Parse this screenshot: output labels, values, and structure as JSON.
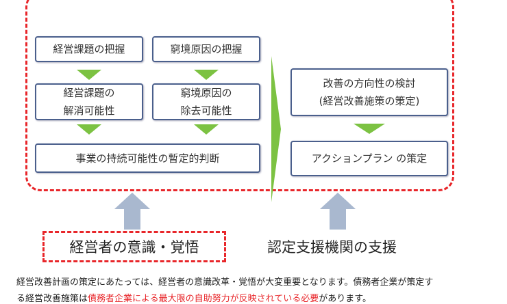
{
  "boxes": {
    "b1": "経営課題の把握",
    "b2": "窮境原因の把握",
    "b3a": "経営課題の",
    "b3b": "解消可能性",
    "b4a": "窮境原因の",
    "b4b": "除去可能性",
    "b5": "事業の持続可能性の暫定的判断",
    "r1a": "改善の方向性の検討",
    "r1b": "(経営改善施策の策定)",
    "r2": "アクションプラン の策定"
  },
  "bottom": {
    "left_label": "経営者の意識・覚悟",
    "right_label": "認定支援機関の支援"
  },
  "note": {
    "line1": "経営改善計画の策定にあたっては、経営者の意識改革・覚悟が大変重要となります。債務者企業が策定す",
    "line2_prefix": "る経営改善施策は",
    "line2_highlight": "債務者企業による最大限の自助努力が反映されている必要",
    "line2_suffix": "があります。"
  },
  "colors": {
    "dashed_red": "#e8262a",
    "green": "#7cc242",
    "box_border": "#4a5f8c",
    "up_arrow": "#a9b8cf"
  }
}
